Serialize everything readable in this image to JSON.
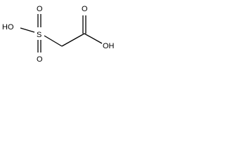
{
  "molecule": {
    "atoms": {
      "left_hydroxyl": "HO",
      "sulfur": "S",
      "sulfonyl_oxygen_top": "O",
      "sulfonyl_oxygen_bottom": "O",
      "carbonyl_oxygen": "O",
      "acid_hydroxyl": "OH"
    },
    "colors": {
      "line": "#000000",
      "background": "#ffffff"
    }
  }
}
